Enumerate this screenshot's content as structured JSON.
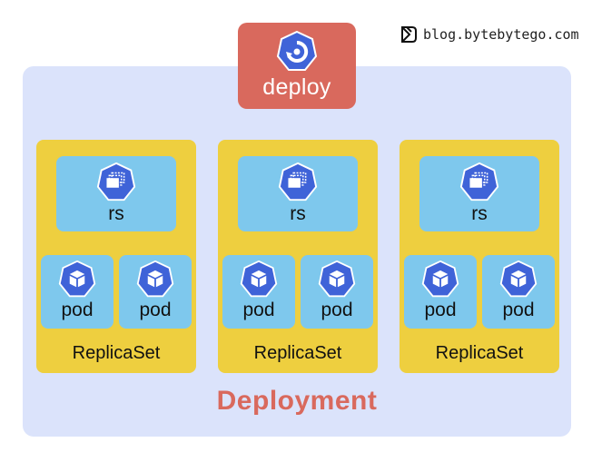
{
  "brand": {
    "text": "blog.bytebytego.com",
    "icon": "bytebytego-logo-icon"
  },
  "deploy": {
    "label": "deploy",
    "icon": "deployment-icon"
  },
  "deployment": {
    "label": "Deployment"
  },
  "replicasets": [
    {
      "rs_label": "rs",
      "pods": [
        {
          "label": "pod"
        },
        {
          "label": "pod"
        }
      ],
      "caption": "ReplicaSet"
    },
    {
      "rs_label": "rs",
      "pods": [
        {
          "label": "pod"
        },
        {
          "label": "pod"
        }
      ],
      "caption": "ReplicaSet"
    },
    {
      "rs_label": "rs",
      "pods": [
        {
          "label": "pod"
        },
        {
          "label": "pod"
        }
      ],
      "caption": "ReplicaSet"
    }
  ],
  "colors": {
    "deploy_box": "#d9695d",
    "deployment_bg": "#dbe3fb",
    "replicaset_bg": "#eecf3f",
    "component_bg": "#7ec8ed",
    "k8s_icon": "#3f63d8"
  }
}
